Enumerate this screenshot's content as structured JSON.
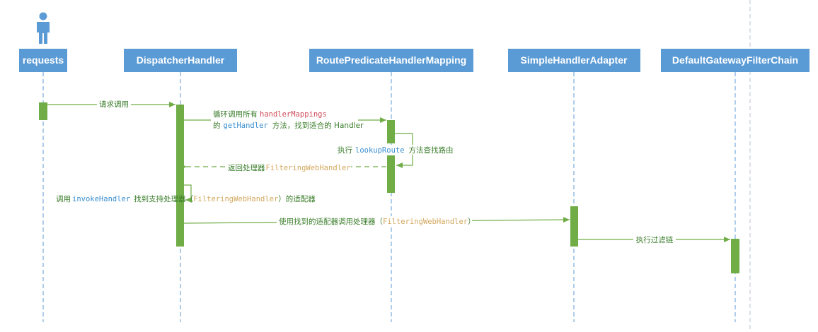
{
  "participants": {
    "requests": "requests",
    "dispatcher": "DispatcherHandler",
    "mapping": "RoutePredicateHandlerMapping",
    "adapter": "SimpleHandlerAdapter",
    "chain": "DefaultGatewayFilterChain"
  },
  "messages": {
    "m1": "请求调用",
    "m2_line1_a": "循环调用所有",
    "m2_line1_code": "handlerMappings",
    "m2_line2_a": "的",
    "m2_line2_code": "getHandler",
    "m2_line2_b": "方法，找到适合的 Handler",
    "m3_a": "执行",
    "m3_code": "lookupRoute",
    "m3_b": "方法查找路由",
    "m4_a": "返回处理器",
    "m4_code": "FilteringWebHandler",
    "m5_a": "调用",
    "m5_code": "invokeHandler",
    "m5_b": "找到支持处理器（",
    "m5_code2": "FilteringWebHandler",
    "m5_c": "）的适配器",
    "m6_a": "使用找到的适配器调用处理器（",
    "m6_code": "FilteringWebHandler",
    "m6_b": "）",
    "m7": "执行过滤链"
  },
  "icons": {
    "actor": "actor-icon"
  },
  "colors": {
    "header_bg": "#5b9bd5",
    "activation": "#70ad47",
    "arrow": "#70ad47",
    "lifeline": "#5b9bd5",
    "message_text": "#3a7d2a"
  }
}
